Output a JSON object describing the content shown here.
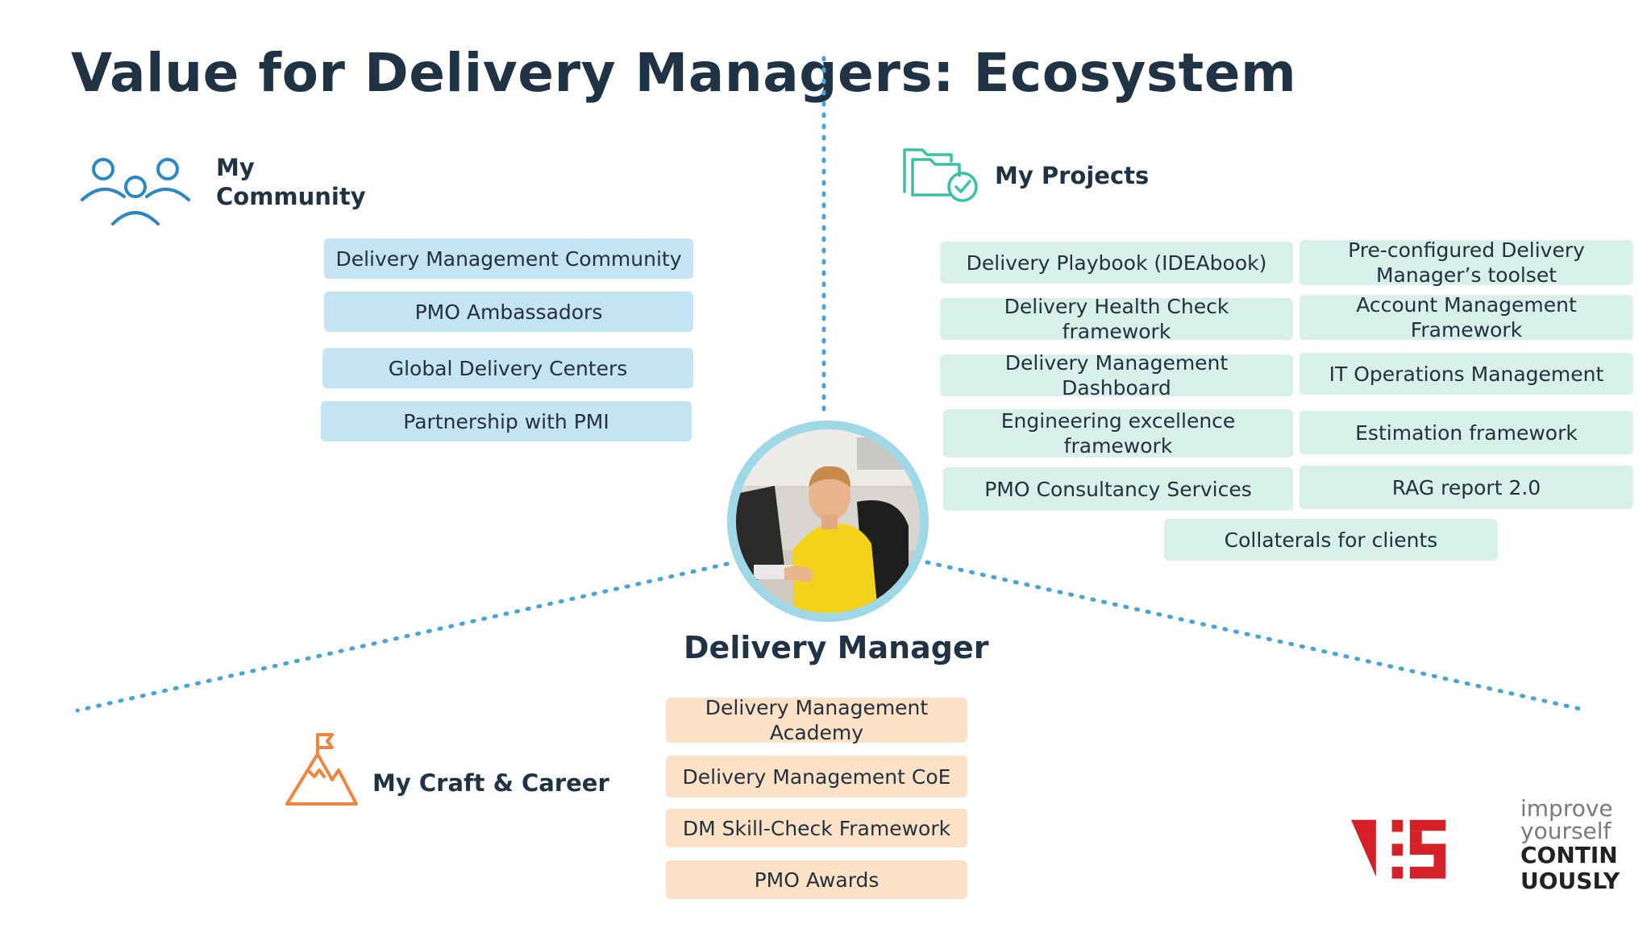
{
  "title": "Value for Delivery Managers: Ecosystem",
  "community": {
    "heading_line1": "My",
    "heading_line2": "Community",
    "icon": "people-icon",
    "items": [
      "Delivery Management Community",
      "PMO Ambassadors",
      "Global Delivery Centers",
      "Partnership with PMI"
    ]
  },
  "projects": {
    "heading": "My Projects",
    "icon": "folder-check-icon",
    "left_items": [
      "Delivery Playbook (IDEAbook)",
      "Delivery Health Check framework",
      "Delivery Management Dashboard",
      "Engineering excellence framework",
      "PMO Consultancy Services"
    ],
    "right_items": [
      "Pre-configured Delivery Manager’s toolset",
      "Account Management Framework",
      "IT Operations Management",
      "Estimation framework",
      "RAG report 2.0"
    ],
    "bottom_item": "Collaterals for clients"
  },
  "center": {
    "role": "Delivery Manager",
    "avatar": "person-photo"
  },
  "career": {
    "heading": "My Craft & Career",
    "icon": "mountain-flag-icon",
    "items": [
      "Delivery Management Academy",
      "Delivery Management CoE",
      "DM Skill-Check Framework",
      "PMO Awards"
    ]
  },
  "logo": {
    "line1": "improve",
    "line2": "yourself",
    "line3": "CONTIN",
    "line4": "UOUSLY"
  },
  "colors": {
    "title": "#1f3345",
    "community_pill": "#c4e3f3",
    "projects_pill": "#d7f1ea",
    "career_pill": "#fbe1c5",
    "connector": "#4aa3d6",
    "logo_red": "#d62027"
  }
}
